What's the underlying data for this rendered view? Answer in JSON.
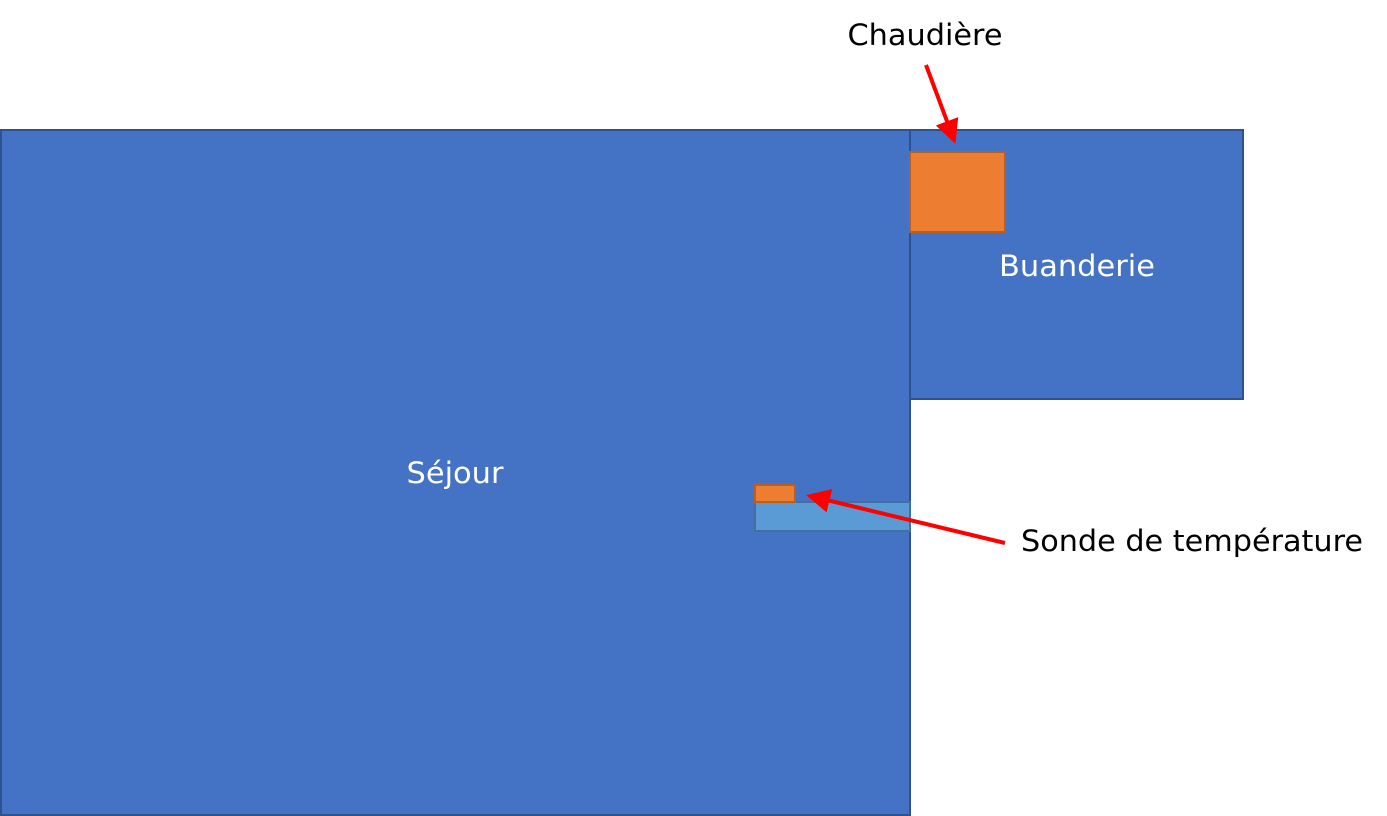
{
  "labels": {
    "living_room": "Séjour",
    "laundry": "Buanderie",
    "boiler": "Chaudière",
    "sensor": "Sonde de température"
  },
  "colors": {
    "room": "#4472c4",
    "room_border": "#2f528f",
    "equipment": "#ed7d31",
    "equipment_border": "#b85f22",
    "shelf": "#5b9bd5",
    "arrow": "#ff0000"
  }
}
